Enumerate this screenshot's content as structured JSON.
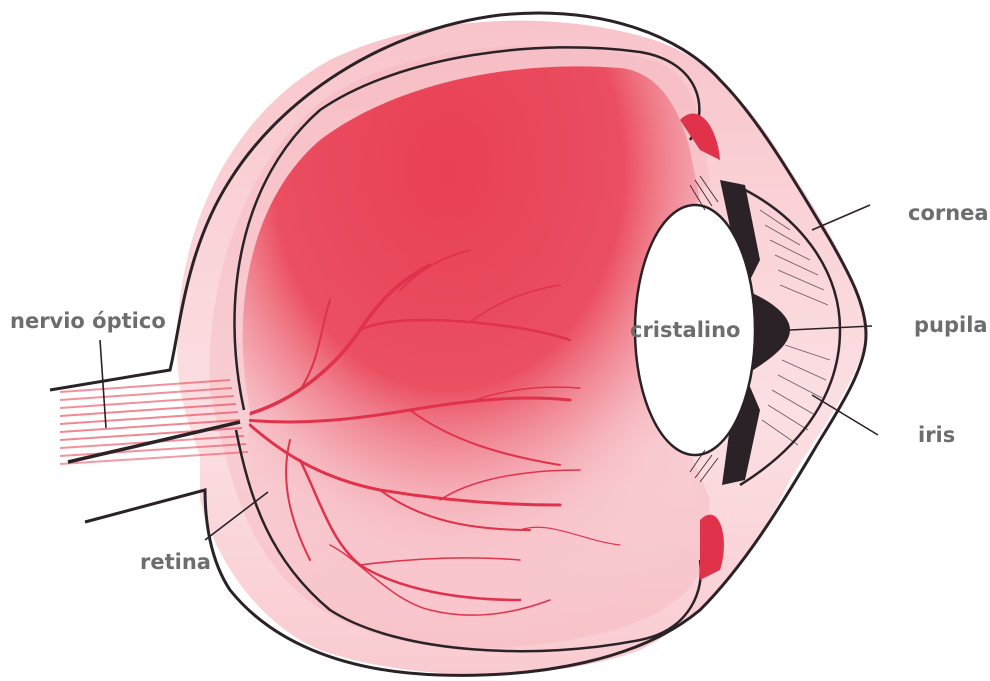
{
  "labels": {
    "optic_nerve": "nervio óptico",
    "retina": "retina",
    "lens": "cristalino",
    "cornea": "cornea",
    "pupil": "pupila",
    "iris": "iris"
  },
  "colors": {
    "vitreous": "#e8394e",
    "vessel": "#e0324a",
    "outline": "#2a2226",
    "label": "#6d6d6d",
    "background": "#ffffff"
  }
}
